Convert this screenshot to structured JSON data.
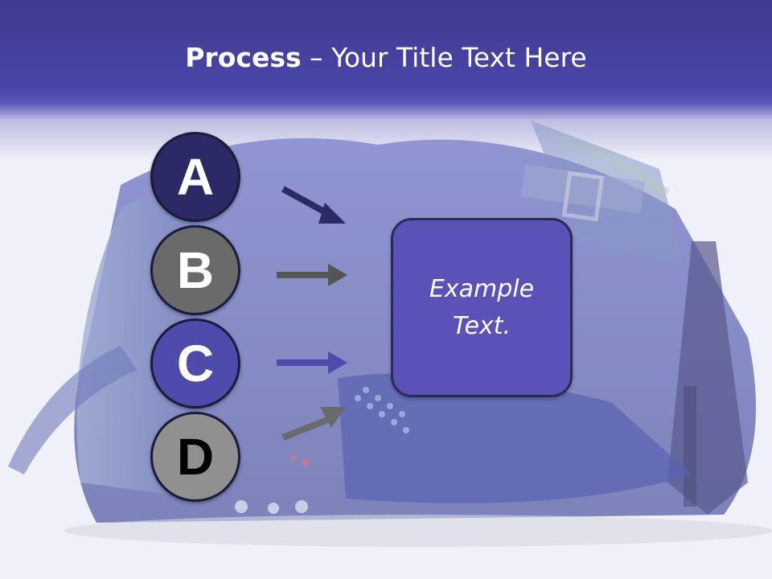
{
  "title": {
    "bold": "Process",
    "rest": " – Your Title Text Here"
  },
  "steps": [
    {
      "letter": "A",
      "color": "#2b2a66"
    },
    {
      "letter": "B",
      "color": "#6a6a6a"
    },
    {
      "letter": "C",
      "color": "#4f4bad"
    },
    {
      "letter": "D",
      "color": "#909090"
    }
  ],
  "box": {
    "text": "Example Text.",
    "color": "#5a52b6"
  },
  "colors": {
    "header": "#4a45a8",
    "arrow_a": "#2b2a66",
    "arrow_b": "#555555",
    "arrow_c": "#4f4bad",
    "arrow_d": "#6a6a6a"
  }
}
